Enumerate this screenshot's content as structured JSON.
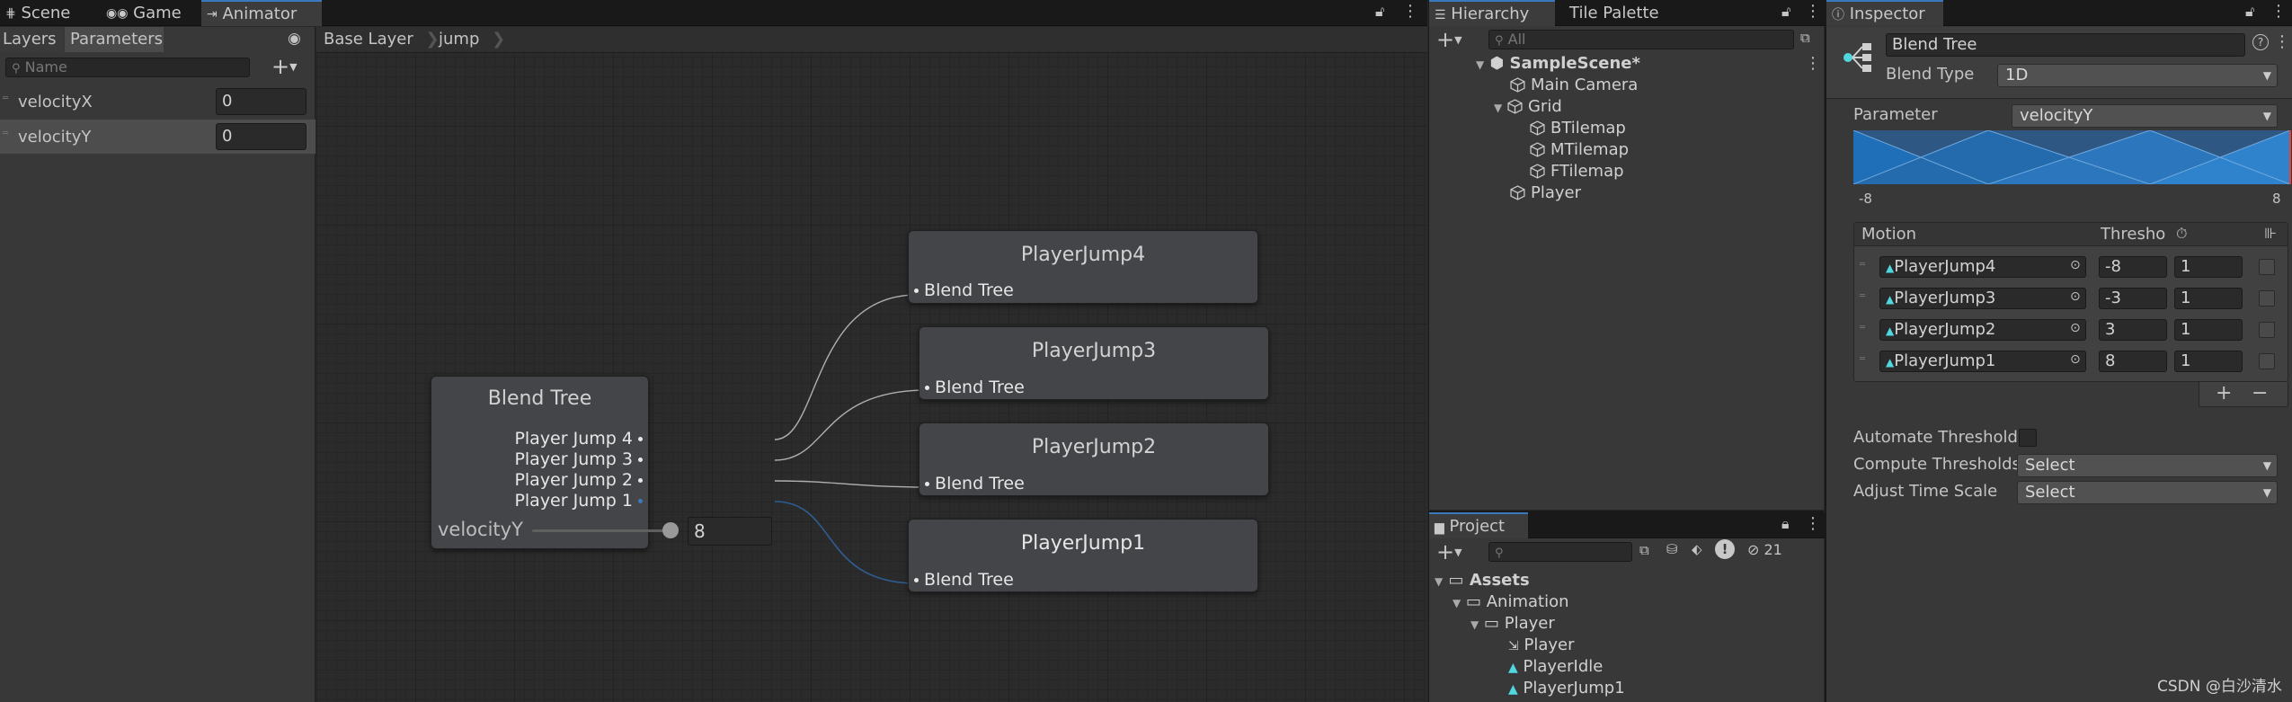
{
  "top_tabs": {
    "scene": "Scene",
    "game": "Game",
    "animator": "Animator"
  },
  "animator": {
    "layers_tab": "Layers",
    "parameters_tab": "Parameters",
    "search_placeholder": "Name",
    "params": [
      {
        "name": "velocityX",
        "value": "0"
      },
      {
        "name": "velocityY",
        "value": "0"
      }
    ],
    "breadcrumbs": [
      "Base Layer",
      "jump"
    ],
    "blend_tree": {
      "title": "Blend Tree",
      "ports": [
        "Player Jump 4",
        "Player Jump 3",
        "Player Jump 2",
        "Player Jump 1"
      ],
      "param_label": "velocityY",
      "slider_value": "8"
    },
    "motion_nodes": [
      {
        "title": "PlayerJump4",
        "sub": "Blend Tree"
      },
      {
        "title": "PlayerJump3",
        "sub": "Blend Tree"
      },
      {
        "title": "PlayerJump2",
        "sub": "Blend Tree"
      },
      {
        "title": "PlayerJump1",
        "sub": "Blend Tree"
      }
    ]
  },
  "hierarchy": {
    "tab": "Hierarchy",
    "tab2": "Tile Palette",
    "search_placeholder": "All",
    "items": [
      {
        "label": "SampleScene*"
      },
      {
        "label": "Main Camera"
      },
      {
        "label": "Grid"
      },
      {
        "label": "BTilemap"
      },
      {
        "label": "MTilemap"
      },
      {
        "label": "FTilemap"
      },
      {
        "label": "Player"
      }
    ]
  },
  "project": {
    "tab": "Project",
    "hidden_count": "21",
    "items": [
      {
        "label": "Assets"
      },
      {
        "label": "Animation"
      },
      {
        "label": "Player"
      },
      {
        "label": "Player"
      },
      {
        "label": "PlayerIdle"
      },
      {
        "label": "PlayerJump1"
      }
    ]
  },
  "inspector": {
    "tab": "Inspector",
    "name": "Blend Tree",
    "blend_type_label": "Blend Type",
    "blend_type_value": "1D",
    "parameter_label": "Parameter",
    "parameter_value": "velocityY",
    "graph_min": "-8",
    "graph_max": "8",
    "table_headers": {
      "motion": "Motion",
      "threshold": "Threshol"
    },
    "motions": [
      {
        "name": "PlayerJump4",
        "threshold": "-8",
        "speed": "1"
      },
      {
        "name": "PlayerJump3",
        "threshold": "-3",
        "speed": "1"
      },
      {
        "name": "PlayerJump2",
        "threshold": "3",
        "speed": "1"
      },
      {
        "name": "PlayerJump1",
        "threshold": "8",
        "speed": "1"
      }
    ],
    "add_label": "+",
    "remove_label": "−",
    "automate_threshold_label": "Automate Threshold",
    "compute_thresholds_label": "Compute Thresholds",
    "compute_thresholds_value": "Select",
    "adjust_time_scale_label": "Adjust Time Scale",
    "adjust_time_scale_value": "Select"
  },
  "watermark": "CSDN @白沙清水",
  "colors": {
    "accent": "#3a79bb",
    "graph_blue": "#2a6fb0",
    "motion_icon": "#4fd8e0"
  }
}
